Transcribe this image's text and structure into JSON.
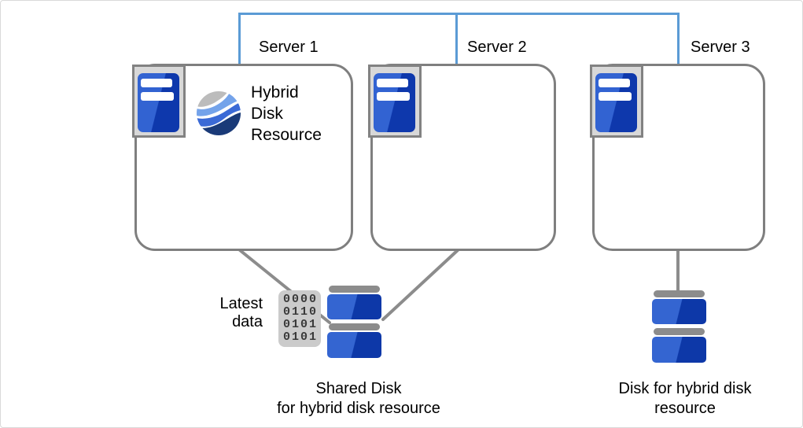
{
  "servers": [
    {
      "label": "Server 1"
    },
    {
      "label": "Server 2"
    },
    {
      "label": "Server 3"
    }
  ],
  "hybrid_resource": {
    "label_lines": [
      "Hybrid",
      "Disk",
      "Resource"
    ]
  },
  "shared_disk": {
    "caption": [
      "Shared Disk",
      "for hybrid disk resource"
    ],
    "latest_data_label": [
      "Latest",
      "data"
    ],
    "binary_rows": [
      "0000",
      "0110",
      "0101",
      "0101"
    ]
  },
  "hybrid_disk": {
    "caption": [
      "Disk for hybrid disk",
      "resource"
    ]
  },
  "icons": {
    "server_icon": "server-chassis-icon",
    "hybrid_disk_resource_icon": "wave-sphere-icon",
    "shared_disk_icon": "disk-stack-icon",
    "hybrid_disk_icon": "disk-stack-icon",
    "binary_data_icon": "binary-data-icon"
  },
  "colors": {
    "accent_blue": "#5b9bd5",
    "box_border": "#7f7f7f",
    "connector_gray": "#8c8c8c",
    "frame_gray": "#d8d8d8",
    "frame_border": "#828282",
    "server_blue_light": "#3263d2",
    "server_blue_dark": "#0e38ac",
    "disk_blue_light": "#3465d1",
    "disk_blue_dark": "#0d38a8",
    "binary_bg": "#cbcbcb",
    "logo_gray": "#bcbcbc",
    "logo_light_blue": "#74a3ea",
    "logo_mid_blue": "#3b6ad6",
    "logo_navy": "#1a3a78"
  }
}
